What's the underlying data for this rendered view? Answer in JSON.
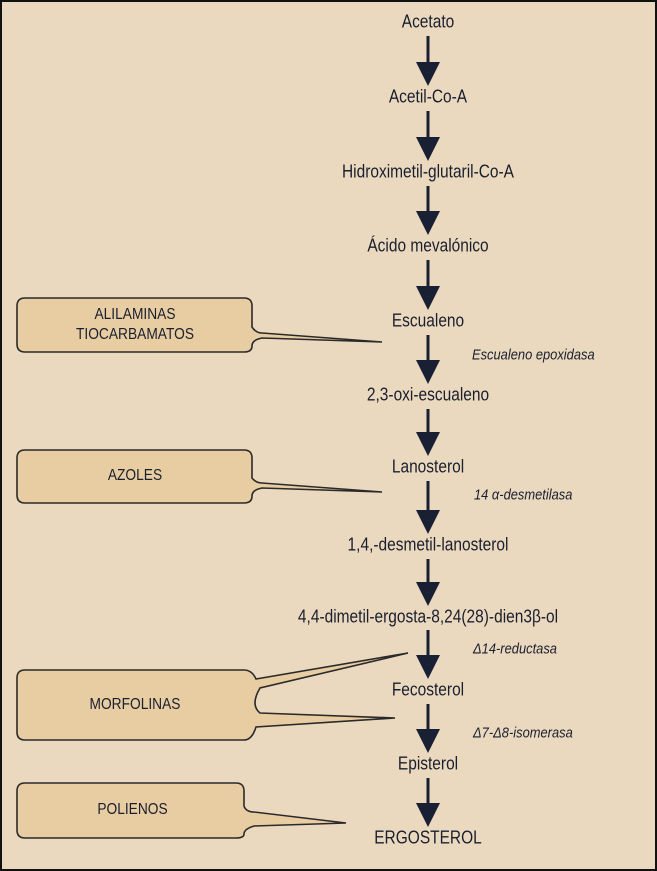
{
  "pathway": [
    "Acetato",
    "Acetil-Co-A",
    "Hidroximetil-glutaril-Co-A",
    "Ácido mevalónico",
    "Escualeno",
    "2,3-oxi-escualeno",
    "Lanosterol",
    "1,4,-desmetil-lanosterol",
    "4,4-dimetil-ergosta-8,24(28)-dien3β-ol",
    "Fecosterol",
    "Episterol",
    "ERGOSTEROL"
  ],
  "enzymes": [
    "Escualeno epoxidasa",
    "14 α-desmetilasa",
    "Δ14-reductasa",
    "Δ7-Δ8-isomerasa"
  ],
  "inhibitors": [
    {
      "line1": "ALILAMINAS",
      "line2": "TIOCARBAMATOS"
    },
    {
      "line1": "AZOLES"
    },
    {
      "line1": "MORFOLINAS"
    },
    {
      "line1": "POLIENOS"
    }
  ],
  "colors": {
    "background": "#ebd9bf",
    "box_fill": "#e8cda3",
    "ink": "#1a1f2e"
  }
}
